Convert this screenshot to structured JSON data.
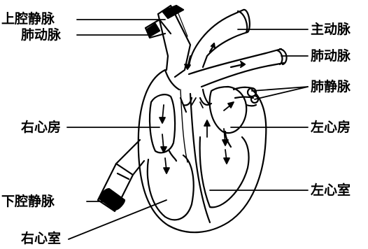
{
  "labels": {
    "superior_vena_cava": "上腔静脉",
    "pulmonary_artery_left": "肺动脉",
    "aorta": "主动脉",
    "pulmonary_artery_right": "肺动脉",
    "pulmonary_veins": "肺静脉",
    "right_atrium": "右心房",
    "left_atrium": "左心房",
    "left_ventricle": "左心室",
    "inferior_vena_cava": "下腔静脉",
    "right_ventricle": "右心室"
  },
  "colors": {
    "ink": "#000000",
    "paper": "#ffffff"
  }
}
